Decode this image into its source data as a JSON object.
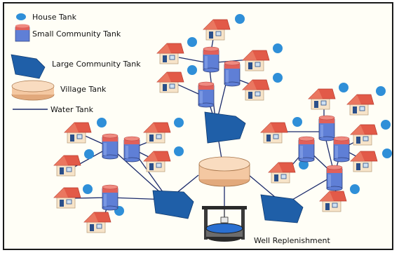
{
  "legend": {
    "house_tank": "House Tank",
    "small_community_tank": "Small Community Tank",
    "large_community_tank": "Large Community Tank",
    "village_tank": "Village Tank",
    "water_tank": "Water Tank"
  },
  "well_label": "Well Replenishment",
  "colors": {
    "house_tank": "#2f8fd8",
    "small_tank_top": "#e0605a",
    "small_tank_body": "#5f7fd6",
    "large_tank": "#1f5fa8",
    "village_tank": "#f4c8a2",
    "pipe": "#1b2a6b",
    "roof": "#e25a48",
    "house_wall": "#f7e4c9"
  }
}
